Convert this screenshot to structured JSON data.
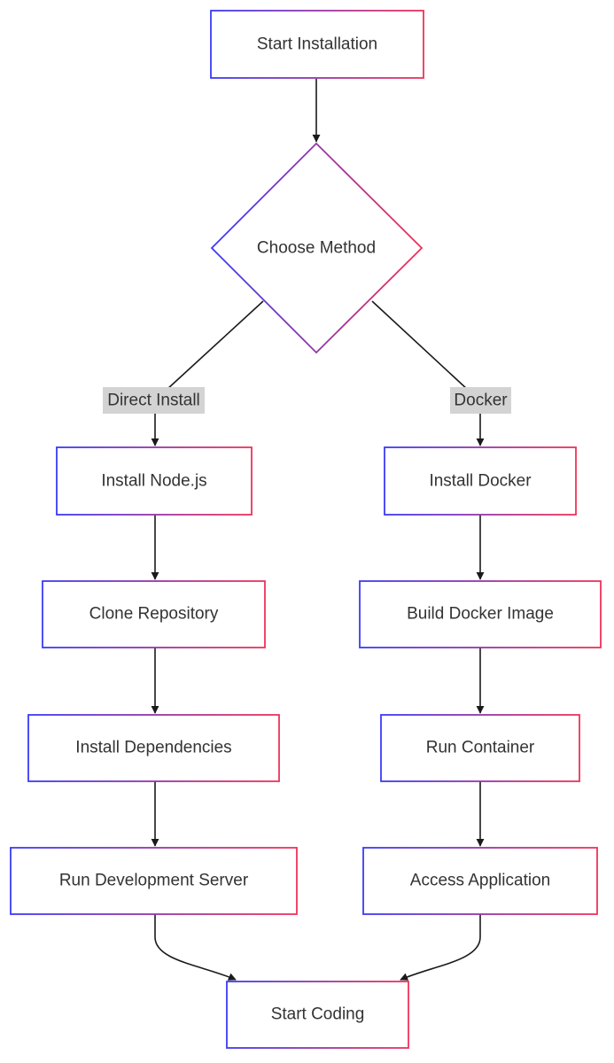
{
  "diagram": {
    "gradient": {
      "start": "#3b3bf5",
      "end": "#f0325a"
    },
    "nodes": {
      "start_installation": "Start Installation",
      "choose_method": "Choose Method",
      "install_nodejs": "Install Node.js",
      "clone_repository": "Clone Repository",
      "install_dependencies": "Install Dependencies",
      "run_dev_server": "Run Development Server",
      "install_docker": "Install Docker",
      "build_docker_image": "Build Docker Image",
      "run_container": "Run Container",
      "access_application": "Access Application",
      "start_coding": "Start Coding"
    },
    "edge_labels": {
      "direct_install": "Direct Install",
      "docker": "Docker"
    }
  }
}
